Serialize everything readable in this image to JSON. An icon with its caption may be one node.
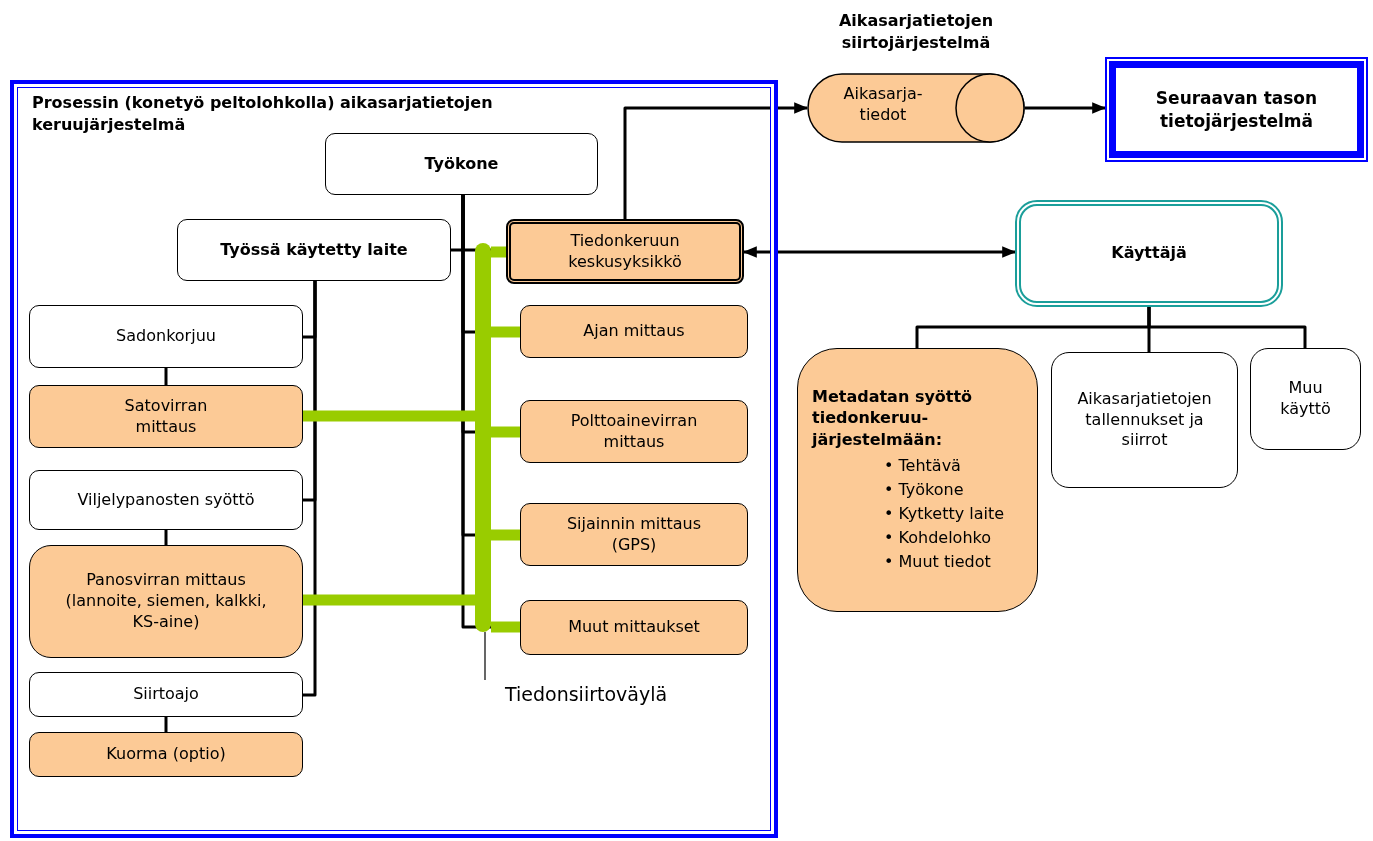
{
  "diagram": {
    "nodes": [
      {
        "text": [
          "Prosessin (konetyö peltolohkolla) aikasarjatietojen keruujärjestelmä"
        ]
      },
      {
        "text": [
          "Työkone"
        ],
        "in": 0
      },
      {
        "text": [
          "Työssä käytetty laite"
        ],
        "in": 0
      },
      {
        "text": [
          "Tiedonkeruun keskusyksikkö"
        ],
        "in": 0
      },
      {
        "text": [
          "Sadonkorjuu"
        ],
        "in": 0
      },
      {
        "text": [
          "Satovirran mittaus"
        ],
        "in": 0
      },
      {
        "text": [
          "Viljelypanosten syöttö"
        ],
        "in": 0
      },
      {
        "text": [
          "Panosvirran mittaus (lannoite, siemen, kalkki, KS-aine)"
        ],
        "in": 0
      },
      {
        "text": [
          "Siirtoajo"
        ],
        "in": 0
      },
      {
        "text": [
          "Kuorma (optio)"
        ],
        "in": 0
      },
      {
        "text": [
          "Ajan mittaus"
        ],
        "in": 0
      },
      {
        "text": [
          "Polttoainevirran mittaus"
        ],
        "in": 0
      },
      {
        "text": [
          "Sijainnin mittaus (GPS)"
        ],
        "in": 0
      },
      {
        "text": [
          "Muut mittaukset"
        ],
        "in": 0
      },
      {
        "text": [],
        "shape": "bar",
        "in": 0
      },
      {
        "text": [
          "Tiedonsiirtoväylä"
        ],
        "in": 0
      },
      {
        "text": [
          "Aikasarjatietojen siirtojärjestelmä",
          "Aikasarja-tiedot"
        ]
      },
      {
        "text": [
          "Seuraavan tason tietojärjestelmä"
        ]
      },
      {
        "text": [
          "Käyttäjä"
        ]
      },
      {
        "text": [
          "Metadatan syöttö tiedonkeruu-järjestelmään:",
          "• Tehtävä",
          "• Työkone",
          "• Kytketty laite",
          "• Kohdelohko",
          "• Muut tiedot"
        ]
      },
      {
        "text": [
          "Aikasarjatietojen tallennukset ja siirrot"
        ]
      },
      {
        "text": [
          "Muu käyttö"
        ]
      }
    ],
    "edges": [
      {
        "from": 1,
        "to": 2,
        "arrow": "none"
      },
      {
        "from": 1,
        "to": 3,
        "arrow": "none"
      },
      {
        "from": 1,
        "to": 10,
        "arrow": "none"
      },
      {
        "from": 1,
        "to": 11,
        "arrow": "none"
      },
      {
        "from": 1,
        "to": 12,
        "arrow": "none"
      },
      {
        "from": 1,
        "to": 13,
        "arrow": "none"
      },
      {
        "from": 2,
        "to": 4,
        "arrow": "none"
      },
      {
        "from": 2,
        "to": 6,
        "arrow": "none"
      },
      {
        "from": 2,
        "to": 8,
        "arrow": "none"
      },
      {
        "from": 4,
        "to": 5,
        "arrow": "none"
      },
      {
        "from": 6,
        "to": 7,
        "arrow": "none"
      },
      {
        "from": 8,
        "to": 9,
        "arrow": "none"
      },
      {
        "from": 5,
        "to": 14,
        "arrow": "none",
        "style": "thick",
        "color": "#99cc00"
      },
      {
        "from": 7,
        "to": 14,
        "arrow": "none",
        "style": "thick",
        "color": "#99cc00"
      },
      {
        "from": 14,
        "to": 3,
        "arrow": "none",
        "style": "thick",
        "color": "#99cc00"
      },
      {
        "from": 14,
        "to": 10,
        "arrow": "none",
        "style": "thick",
        "color": "#99cc00"
      },
      {
        "from": 14,
        "to": 11,
        "arrow": "none",
        "style": "thick",
        "color": "#99cc00"
      },
      {
        "from": 14,
        "to": 12,
        "arrow": "none",
        "style": "thick",
        "color": "#99cc00"
      },
      {
        "from": 14,
        "to": 13,
        "arrow": "none",
        "style": "thick",
        "color": "#99cc00"
      },
      {
        "from": 15,
        "to": 14,
        "arrow": "none"
      },
      {
        "from": 3,
        "to": 16,
        "arrow": "to"
      },
      {
        "from": 16,
        "to": 17,
        "arrow": "to"
      },
      {
        "from": 3,
        "to": 18,
        "arrow": "both"
      },
      {
        "from": 18,
        "to": 19,
        "arrow": "none"
      },
      {
        "from": 18,
        "to": 20,
        "arrow": "none"
      },
      {
        "from": 18,
        "to": 21,
        "arrow": "none"
      }
    ]
  }
}
